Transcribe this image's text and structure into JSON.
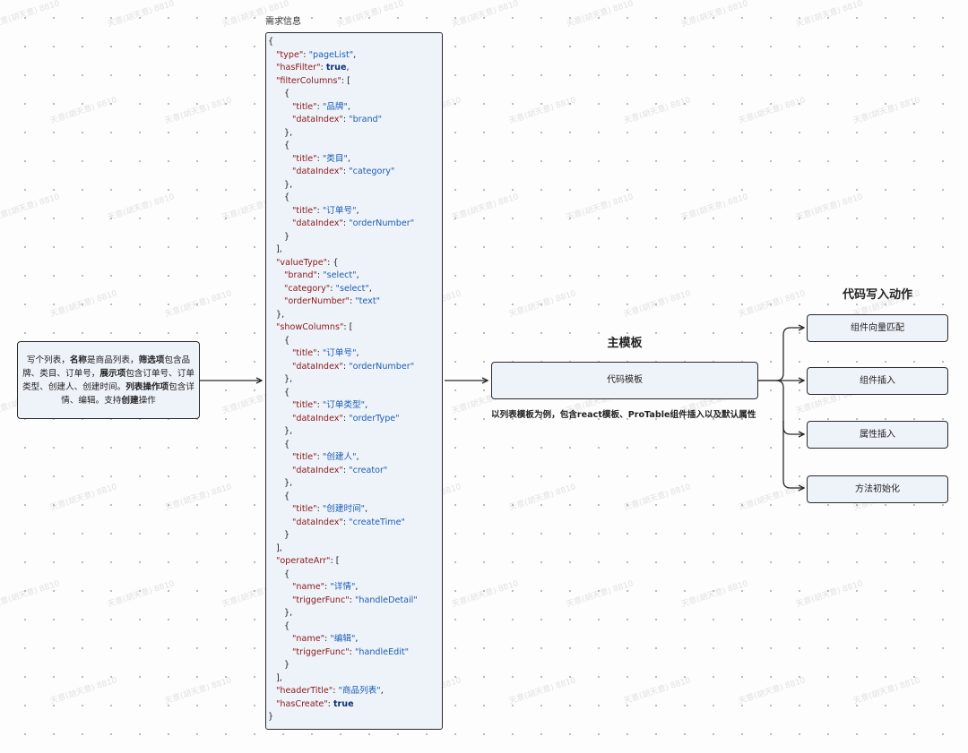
{
  "request": {
    "segments": [
      {
        "text": "写个列表，",
        "bold": false
      },
      {
        "text": "名称",
        "bold": true
      },
      {
        "text": "是商品列表，",
        "bold": false
      },
      {
        "text": "筛选项",
        "bold": true
      },
      {
        "text": "包含品牌、类目、订单号，",
        "bold": false
      },
      {
        "text": "展示项",
        "bold": true
      },
      {
        "text": "包含订单号、订单类型、创建人、创建时间。",
        "bold": false
      },
      {
        "text": "列表操作项",
        "bold": true
      },
      {
        "text": "包含详情、编辑。支持",
        "bold": false
      },
      {
        "text": "创建",
        "bold": true
      },
      {
        "text": "操作",
        "bold": false
      }
    ]
  },
  "json_panel": {
    "label": "需求信息",
    "lines": [
      {
        "indent": 0,
        "parts": [
          {
            "t": "{",
            "c": "p"
          }
        ]
      },
      {
        "indent": 1,
        "parts": [
          {
            "t": "\"type\"",
            "c": "k"
          },
          {
            "t": ": ",
            "c": "p"
          },
          {
            "t": "\"pageList\"",
            "c": "s"
          },
          {
            "t": ",",
            "c": "p"
          }
        ]
      },
      {
        "indent": 1,
        "parts": [
          {
            "t": "\"hasFilter\"",
            "c": "k"
          },
          {
            "t": ": ",
            "c": "p"
          },
          {
            "t": "true",
            "c": "b"
          },
          {
            "t": ",",
            "c": "p"
          }
        ]
      },
      {
        "indent": 1,
        "parts": [
          {
            "t": "\"filterColumns\"",
            "c": "k"
          },
          {
            "t": ": [",
            "c": "p"
          }
        ]
      },
      {
        "indent": 2,
        "parts": [
          {
            "t": "{",
            "c": "p"
          }
        ]
      },
      {
        "indent": 3,
        "parts": [
          {
            "t": "\"title\"",
            "c": "k"
          },
          {
            "t": ": ",
            "c": "p"
          },
          {
            "t": "\"品牌\"",
            "c": "s"
          },
          {
            "t": ",",
            "c": "p"
          }
        ]
      },
      {
        "indent": 3,
        "parts": [
          {
            "t": "\"dataIndex\"",
            "c": "k"
          },
          {
            "t": ": ",
            "c": "p"
          },
          {
            "t": "\"brand\"",
            "c": "s"
          }
        ]
      },
      {
        "indent": 2,
        "parts": [
          {
            "t": "},",
            "c": "p"
          }
        ]
      },
      {
        "indent": 2,
        "parts": [
          {
            "t": "{",
            "c": "p"
          }
        ]
      },
      {
        "indent": 3,
        "parts": [
          {
            "t": "\"title\"",
            "c": "k"
          },
          {
            "t": ": ",
            "c": "p"
          },
          {
            "t": "\"类目\"",
            "c": "s"
          },
          {
            "t": ",",
            "c": "p"
          }
        ]
      },
      {
        "indent": 3,
        "parts": [
          {
            "t": "\"dataIndex\"",
            "c": "k"
          },
          {
            "t": ": ",
            "c": "p"
          },
          {
            "t": "\"category\"",
            "c": "s"
          }
        ]
      },
      {
        "indent": 2,
        "parts": [
          {
            "t": "},",
            "c": "p"
          }
        ]
      },
      {
        "indent": 2,
        "parts": [
          {
            "t": "{",
            "c": "p"
          }
        ]
      },
      {
        "indent": 3,
        "parts": [
          {
            "t": "\"title\"",
            "c": "k"
          },
          {
            "t": ": ",
            "c": "p"
          },
          {
            "t": "\"订单号\"",
            "c": "s"
          },
          {
            "t": ",",
            "c": "p"
          }
        ]
      },
      {
        "indent": 3,
        "parts": [
          {
            "t": "\"dataIndex\"",
            "c": "k"
          },
          {
            "t": ": ",
            "c": "p"
          },
          {
            "t": "\"orderNumber\"",
            "c": "s"
          }
        ]
      },
      {
        "indent": 2,
        "parts": [
          {
            "t": "}",
            "c": "p"
          }
        ]
      },
      {
        "indent": 1,
        "parts": [
          {
            "t": "],",
            "c": "p"
          }
        ]
      },
      {
        "indent": 1,
        "parts": [
          {
            "t": "\"valueType\"",
            "c": "k"
          },
          {
            "t": ": {",
            "c": "p"
          }
        ]
      },
      {
        "indent": 2,
        "parts": [
          {
            "t": "\"brand\"",
            "c": "k"
          },
          {
            "t": ": ",
            "c": "p"
          },
          {
            "t": "\"select\"",
            "c": "s"
          },
          {
            "t": ",",
            "c": "p"
          }
        ]
      },
      {
        "indent": 2,
        "parts": [
          {
            "t": "\"category\"",
            "c": "k"
          },
          {
            "t": ": ",
            "c": "p"
          },
          {
            "t": "\"select\"",
            "c": "s"
          },
          {
            "t": ",",
            "c": "p"
          }
        ]
      },
      {
        "indent": 2,
        "parts": [
          {
            "t": "\"orderNumber\"",
            "c": "k"
          },
          {
            "t": ": ",
            "c": "p"
          },
          {
            "t": "\"text\"",
            "c": "s"
          }
        ]
      },
      {
        "indent": 1,
        "parts": [
          {
            "t": "},",
            "c": "p"
          }
        ]
      },
      {
        "indent": 1,
        "parts": [
          {
            "t": "\"showColumns\"",
            "c": "k"
          },
          {
            "t": ": [",
            "c": "p"
          }
        ]
      },
      {
        "indent": 2,
        "parts": [
          {
            "t": "{",
            "c": "p"
          }
        ]
      },
      {
        "indent": 3,
        "parts": [
          {
            "t": "\"title\"",
            "c": "k"
          },
          {
            "t": ": ",
            "c": "p"
          },
          {
            "t": "\"订单号\"",
            "c": "s"
          },
          {
            "t": ",",
            "c": "p"
          }
        ]
      },
      {
        "indent": 3,
        "parts": [
          {
            "t": "\"dataIndex\"",
            "c": "k"
          },
          {
            "t": ": ",
            "c": "p"
          },
          {
            "t": "\"orderNumber\"",
            "c": "s"
          }
        ]
      },
      {
        "indent": 2,
        "parts": [
          {
            "t": "},",
            "c": "p"
          }
        ]
      },
      {
        "indent": 2,
        "parts": [
          {
            "t": "{",
            "c": "p"
          }
        ]
      },
      {
        "indent": 3,
        "parts": [
          {
            "t": "\"title\"",
            "c": "k"
          },
          {
            "t": ": ",
            "c": "p"
          },
          {
            "t": "\"订单类型\"",
            "c": "s"
          },
          {
            "t": ",",
            "c": "p"
          }
        ]
      },
      {
        "indent": 3,
        "parts": [
          {
            "t": "\"dataIndex\"",
            "c": "k"
          },
          {
            "t": ": ",
            "c": "p"
          },
          {
            "t": "\"orderType\"",
            "c": "s"
          }
        ]
      },
      {
        "indent": 2,
        "parts": [
          {
            "t": "},",
            "c": "p"
          }
        ]
      },
      {
        "indent": 2,
        "parts": [
          {
            "t": "{",
            "c": "p"
          }
        ]
      },
      {
        "indent": 3,
        "parts": [
          {
            "t": "\"title\"",
            "c": "k"
          },
          {
            "t": ": ",
            "c": "p"
          },
          {
            "t": "\"创建人\"",
            "c": "s"
          },
          {
            "t": ",",
            "c": "p"
          }
        ]
      },
      {
        "indent": 3,
        "parts": [
          {
            "t": "\"dataIndex\"",
            "c": "k"
          },
          {
            "t": ": ",
            "c": "p"
          },
          {
            "t": "\"creator\"",
            "c": "s"
          }
        ]
      },
      {
        "indent": 2,
        "parts": [
          {
            "t": "},",
            "c": "p"
          }
        ]
      },
      {
        "indent": 2,
        "parts": [
          {
            "t": "{",
            "c": "p"
          }
        ]
      },
      {
        "indent": 3,
        "parts": [
          {
            "t": "\"title\"",
            "c": "k"
          },
          {
            "t": ": ",
            "c": "p"
          },
          {
            "t": "\"创建时间\"",
            "c": "s"
          },
          {
            "t": ",",
            "c": "p"
          }
        ]
      },
      {
        "indent": 3,
        "parts": [
          {
            "t": "\"dataIndex\"",
            "c": "k"
          },
          {
            "t": ": ",
            "c": "p"
          },
          {
            "t": "\"createTime\"",
            "c": "s"
          }
        ]
      },
      {
        "indent": 2,
        "parts": [
          {
            "t": "}",
            "c": "p"
          }
        ]
      },
      {
        "indent": 1,
        "parts": [
          {
            "t": "],",
            "c": "p"
          }
        ]
      },
      {
        "indent": 1,
        "parts": [
          {
            "t": "\"operateArr\"",
            "c": "k"
          },
          {
            "t": ": [",
            "c": "p"
          }
        ]
      },
      {
        "indent": 2,
        "parts": [
          {
            "t": "{",
            "c": "p"
          }
        ]
      },
      {
        "indent": 3,
        "parts": [
          {
            "t": "\"name\"",
            "c": "k"
          },
          {
            "t": ": ",
            "c": "p"
          },
          {
            "t": "\"详情\"",
            "c": "s"
          },
          {
            "t": ",",
            "c": "p"
          }
        ]
      },
      {
        "indent": 3,
        "parts": [
          {
            "t": "\"triggerFunc\"",
            "c": "k"
          },
          {
            "t": ": ",
            "c": "p"
          },
          {
            "t": "\"handleDetail\"",
            "c": "s"
          }
        ]
      },
      {
        "indent": 2,
        "parts": [
          {
            "t": "},",
            "c": "p"
          }
        ]
      },
      {
        "indent": 2,
        "parts": [
          {
            "t": "{",
            "c": "p"
          }
        ]
      },
      {
        "indent": 3,
        "parts": [
          {
            "t": "\"name\"",
            "c": "k"
          },
          {
            "t": ": ",
            "c": "p"
          },
          {
            "t": "\"编辑\"",
            "c": "s"
          },
          {
            "t": ",",
            "c": "p"
          }
        ]
      },
      {
        "indent": 3,
        "parts": [
          {
            "t": "\"triggerFunc\"",
            "c": "k"
          },
          {
            "t": ": ",
            "c": "p"
          },
          {
            "t": "\"handleEdit\"",
            "c": "s"
          }
        ]
      },
      {
        "indent": 2,
        "parts": [
          {
            "t": "}",
            "c": "p"
          }
        ]
      },
      {
        "indent": 1,
        "parts": [
          {
            "t": "],",
            "c": "p"
          }
        ]
      },
      {
        "indent": 1,
        "parts": [
          {
            "t": "\"headerTitle\"",
            "c": "k"
          },
          {
            "t": ": ",
            "c": "p"
          },
          {
            "t": "\"商品列表\"",
            "c": "s"
          },
          {
            "t": ",",
            "c": "p"
          }
        ]
      },
      {
        "indent": 1,
        "parts": [
          {
            "t": "\"hasCreate\"",
            "c": "k"
          },
          {
            "t": ": ",
            "c": "p"
          },
          {
            "t": "true",
            "c": "b"
          }
        ]
      },
      {
        "indent": 0,
        "parts": [
          {
            "t": "}",
            "c": "p"
          }
        ]
      }
    ]
  },
  "main_template": {
    "title": "主模板",
    "box_label": "代码模板",
    "description": "以列表模板为例，包含react模板、ProTable组件插入以及默认属性"
  },
  "code_actions": {
    "title": "代码写入动作",
    "items": [
      "组件向量匹配",
      "组件插入",
      "属性插入",
      "方法初始化"
    ]
  },
  "watermark": {
    "text": "天意(胡天意) 8810"
  },
  "colors": {
    "node_fill": "#eef2f9",
    "node_border": "#2a2a2a",
    "json_key": "#8b1a1a",
    "json_string": "#1b5fb5",
    "json_bool": "#0b2f7a",
    "edge": "#2a2a2a"
  }
}
